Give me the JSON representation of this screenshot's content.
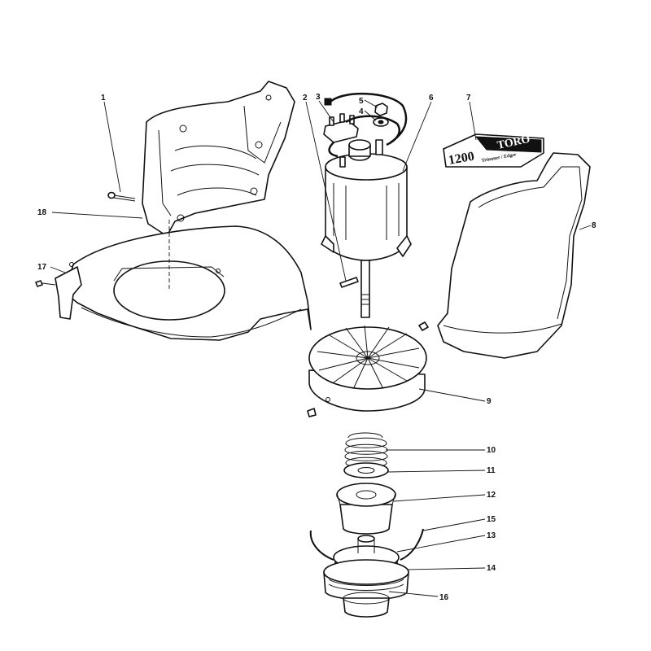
{
  "callouts": [
    {
      "id": "1",
      "label": "1"
    },
    {
      "id": "2",
      "label": "2"
    },
    {
      "id": "3",
      "label": "3"
    },
    {
      "id": "4",
      "label": "4"
    },
    {
      "id": "5",
      "label": "5"
    },
    {
      "id": "6",
      "label": "6"
    },
    {
      "id": "7",
      "label": "7"
    },
    {
      "id": "8",
      "label": "8"
    },
    {
      "id": "9",
      "label": "9"
    },
    {
      "id": "10",
      "label": "10"
    },
    {
      "id": "11",
      "label": "11"
    },
    {
      "id": "12",
      "label": "12"
    },
    {
      "id": "13",
      "label": "13"
    },
    {
      "id": "14",
      "label": "14"
    },
    {
      "id": "15",
      "label": "15"
    },
    {
      "id": "16",
      "label": "16"
    },
    {
      "id": "17",
      "label": "17"
    },
    {
      "id": "18",
      "label": "18"
    }
  ],
  "decal": {
    "brand": "TORO",
    "model": "1200",
    "subtitle": "Trimmer / Edger"
  },
  "colors": {
    "line": "#111111",
    "background": "#ffffff"
  }
}
